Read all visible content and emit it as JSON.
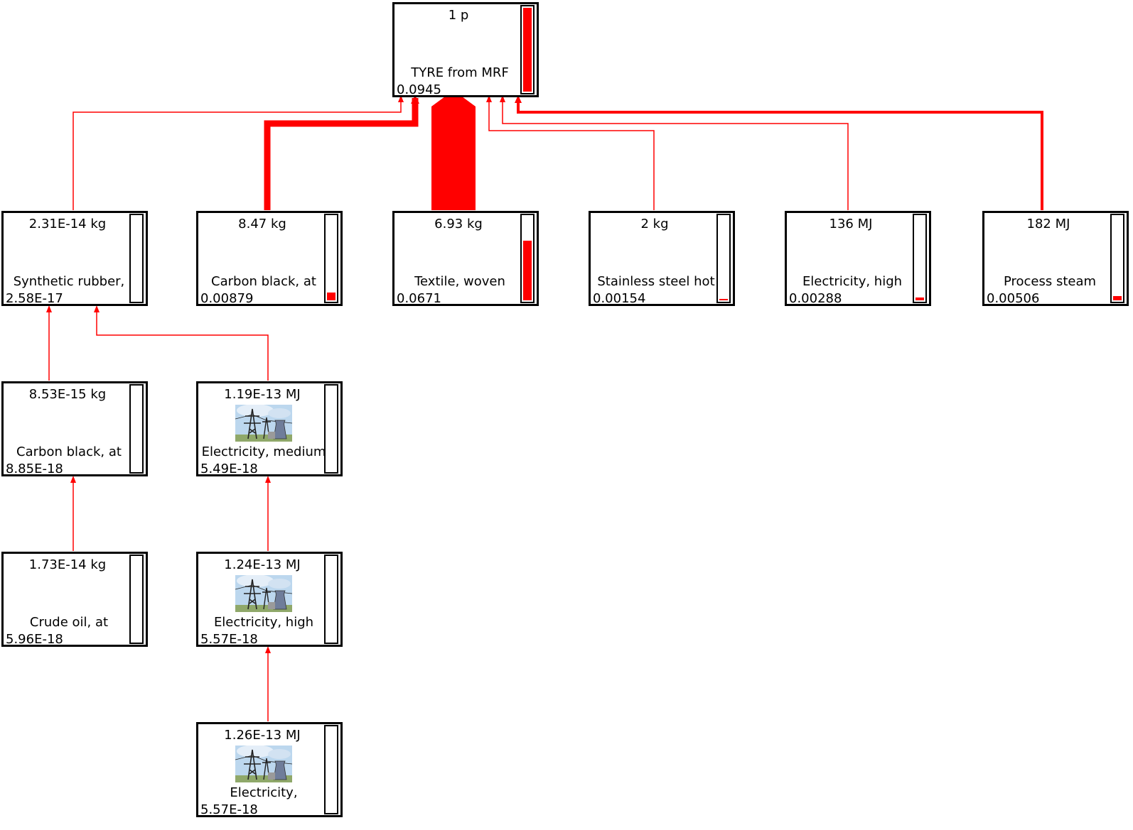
{
  "colors": {
    "flow": "#ff0000",
    "border": "#000000",
    "indicator": "#ff0000"
  },
  "nodes": [
    {
      "id": "tyre",
      "amount": "1 p",
      "name": "TYRE from MRF",
      "value": "0.0945",
      "indicator": 1.0,
      "icon": ""
    },
    {
      "id": "synthetic-rubber",
      "amount": "2.31E-14 kg",
      "name": "Synthetic rubber,",
      "value": "2.58E-17",
      "indicator": 0.0,
      "icon": ""
    },
    {
      "id": "carbon-black-1",
      "amount": "8.47 kg",
      "name": "Carbon black, at",
      "value": "0.00879",
      "indicator": 0.093,
      "icon": ""
    },
    {
      "id": "textile",
      "amount": "6.93 kg",
      "name": "Textile, woven",
      "value": "0.0671",
      "indicator": 0.71,
      "icon": ""
    },
    {
      "id": "stainless",
      "amount": "2 kg",
      "name": "Stainless steel hot",
      "value": "0.00154",
      "indicator": 0.016,
      "icon": ""
    },
    {
      "id": "electricity-high-1",
      "amount": "136 MJ",
      "name": "Electricity, high",
      "value": "0.00288",
      "indicator": 0.03,
      "icon": ""
    },
    {
      "id": "steam",
      "amount": "182 MJ",
      "name": "Process steam",
      "value": "0.00506",
      "indicator": 0.054,
      "icon": ""
    },
    {
      "id": "carbon-black-2",
      "amount": "8.53E-15 kg",
      "name": "Carbon black, at",
      "value": "8.85E-18",
      "indicator": 0.0,
      "icon": ""
    },
    {
      "id": "electricity-medium",
      "amount": "1.19E-13 MJ",
      "name": "Electricity, medium",
      "value": "5.49E-18",
      "indicator": 0.0,
      "icon": "power-plant-icon"
    },
    {
      "id": "crude-oil",
      "amount": "1.73E-14 kg",
      "name": "Crude oil, at",
      "value": "5.96E-18",
      "indicator": 0.0,
      "icon": ""
    },
    {
      "id": "electricity-high-2",
      "amount": "1.24E-13 MJ",
      "name": "Electricity, high",
      "value": "5.57E-18",
      "indicator": 0.0,
      "icon": "power-plant-icon"
    },
    {
      "id": "electricity",
      "amount": "1.26E-13 MJ",
      "name": "Electricity,",
      "value": "5.57E-18",
      "indicator": 0.0,
      "icon": "power-plant-icon"
    }
  ]
}
